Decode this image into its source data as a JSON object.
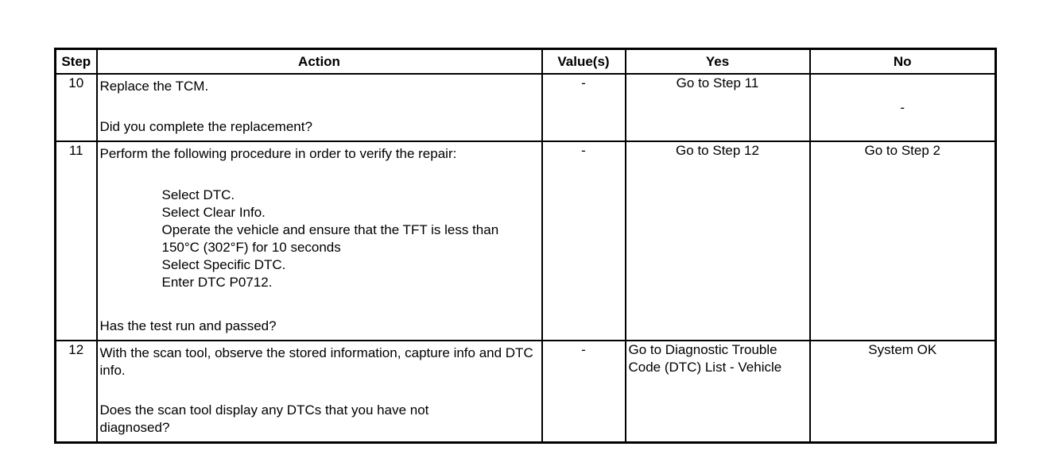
{
  "headers": {
    "step": "Step",
    "action": "Action",
    "values": "Value(s)",
    "yes": "Yes",
    "no": "No"
  },
  "rows": [
    {
      "step": "10",
      "action_intro": "Replace the TCM.",
      "question": "Did you complete the replacement?",
      "value": "-",
      "yes": "Go to Step 11",
      "no": "-"
    },
    {
      "step": "11",
      "action_intro": "Perform the following procedure in order to verify the repair:",
      "procedure": [
        "Select DTC.",
        "Select Clear Info.",
        "Operate the vehicle and ensure that the TFT is less than 150°C (302°F) for 10 seconds",
        "Select Specific DTC.",
        "Enter DTC P0712."
      ],
      "question": "Has the test run and passed?",
      "value": "-",
      "yes": "Go to Step 12",
      "no": "Go to Step 2"
    },
    {
      "step": "12",
      "action_intro": "With the scan tool, observe the stored information, capture info and DTC info.",
      "question": "Does the scan tool display any DTCs that you have not diagnosed?",
      "value": "-",
      "yes": "Go to Diagnostic Trouble Code (DTC) List - Vehicle",
      "no": "System OK"
    }
  ]
}
